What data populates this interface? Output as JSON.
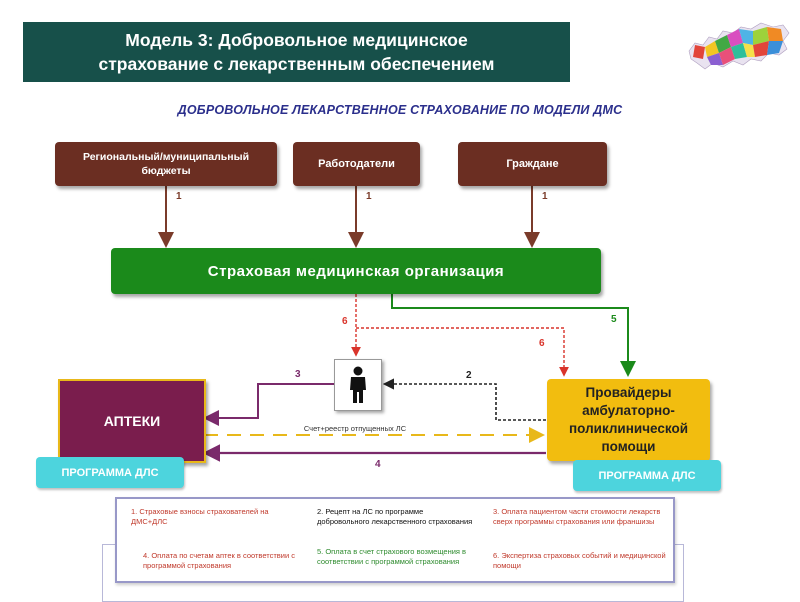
{
  "header": {
    "line1": "Модель 3: Добровольное медицинское",
    "line2": "страхование с лекарственным обеспечением"
  },
  "subtitle": "ДОБРОВОЛЬНОЕ ЛЕКАРСТВЕННОЕ СТРАХОВАНИЕ ПО МОДЕЛИ ДМС",
  "sources": {
    "budgets": {
      "line1": "Региональный/муниципальный",
      "line2": "бюджеты"
    },
    "employers": "Работодатели",
    "citizens": "Граждане"
  },
  "insurer": "Страховая медицинская организация",
  "pharmacy": "АПТЕКИ",
  "provider": {
    "line1": "Провайдеры",
    "line2": "амбулаторно-",
    "line3": "поликлинической",
    "line4": "помощи"
  },
  "program_label": "ПРОГРАММА ДЛС",
  "invoice_label": "Счет+реестр отпущенных ЛС",
  "flow_numbers": {
    "budgets": "1",
    "employers": "1",
    "citizens": "1",
    "to_patient": "6",
    "to_provider_dotted": "6",
    "to_provider_green": "5",
    "prescription": "2",
    "to_pharmacy": "3",
    "payment": "4"
  },
  "legend": [
    {
      "text": "1. Страховые взносы страхователей на ДМС+ДЛС",
      "color": "#c0392b"
    },
    {
      "text": "2. Рецепт на ЛС по программе добровольного лекарственного страхования",
      "color": "#111111"
    },
    {
      "text": "3. Оплата пациентом части стоимости лекарств сверх программы страхования или франшизы",
      "color": "#c0392b"
    },
    {
      "text": "4. Оплата по счетам аптек в соответствии с программой страхования",
      "color": "#c0392b"
    },
    {
      "text": "5. Оплата в счет страхового возмещения в соответствии с программой страхования",
      "color": "#2e8b2e"
    },
    {
      "text": "6. Экспертиза страховых событий и медицинской помощи",
      "color": "#c0392b"
    }
  ],
  "colors": {
    "header_bg": "#17504a",
    "subtitle": "#2b2f8c",
    "source_box": "#6b2e22",
    "insurer_box": "#1b8a1b",
    "pharmacy_box": "#7a1d4d",
    "provider_box": "#f2bd0f",
    "program_box": "#4dd4dd",
    "arrow_brown": "#7a3b2a",
    "arrow_green": "#1b8a1b",
    "arrow_red_dotted": "#d9342b",
    "arrow_purple": "#7a2a6b",
    "arrow_dashed_gold": "#e8b81a"
  },
  "icons": {
    "person": "person-icon",
    "map": "russia-map-icon"
  }
}
